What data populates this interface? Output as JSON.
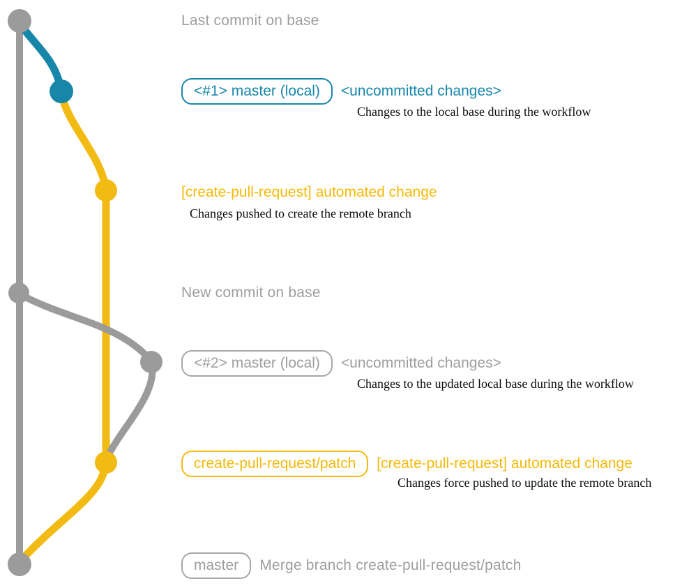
{
  "colors": {
    "gray": "#9B9B9B",
    "teal": "#1787A9",
    "yellow": "#F2BB13",
    "yellow_text": "#F5B90A",
    "desc_text": "#0b0b0b"
  },
  "graph": {
    "branches": [
      {
        "name": "base",
        "color": "#9B9B9B"
      },
      {
        "name": "local-master-uncommitted",
        "color": "#1787A9"
      },
      {
        "name": "create-pull-request-patch",
        "color": "#F2BB13"
      }
    ],
    "nodes": [
      {
        "id": "last-commit-on-base",
        "color": "#9B9B9B"
      },
      {
        "id": "uncommitted-changes-1",
        "color": "#1787A9"
      },
      {
        "id": "automated-change-1",
        "color": "#F2BB13"
      },
      {
        "id": "new-commit-on-base",
        "color": "#9B9B9B"
      },
      {
        "id": "uncommitted-changes-2",
        "color": "#9B9B9B"
      },
      {
        "id": "automated-change-2",
        "color": "#F2BB13"
      },
      {
        "id": "merge-commit",
        "color": "#9B9B9B"
      }
    ]
  },
  "rows": {
    "last_commit": {
      "label": "Last commit on base"
    },
    "commit1": {
      "badge": "<#1> master (local)",
      "title": "<uncommitted changes>",
      "desc": "Changes to the local base during the workflow"
    },
    "push1": {
      "title": "[create-pull-request] automated change",
      "desc": "Changes pushed to create the remote branch"
    },
    "new_commit": {
      "label": "New commit on base"
    },
    "commit2": {
      "badge": "<#2> master (local)",
      "title": "<uncommitted changes>",
      "desc": "Changes to the updated local base during the workflow"
    },
    "push2": {
      "badge": "create-pull-request/patch",
      "title": "[create-pull-request] automated change",
      "desc": "Changes force pushed to update the remote branch"
    },
    "merge": {
      "badge": "master",
      "label": "Merge branch create-pull-request/patch"
    }
  }
}
